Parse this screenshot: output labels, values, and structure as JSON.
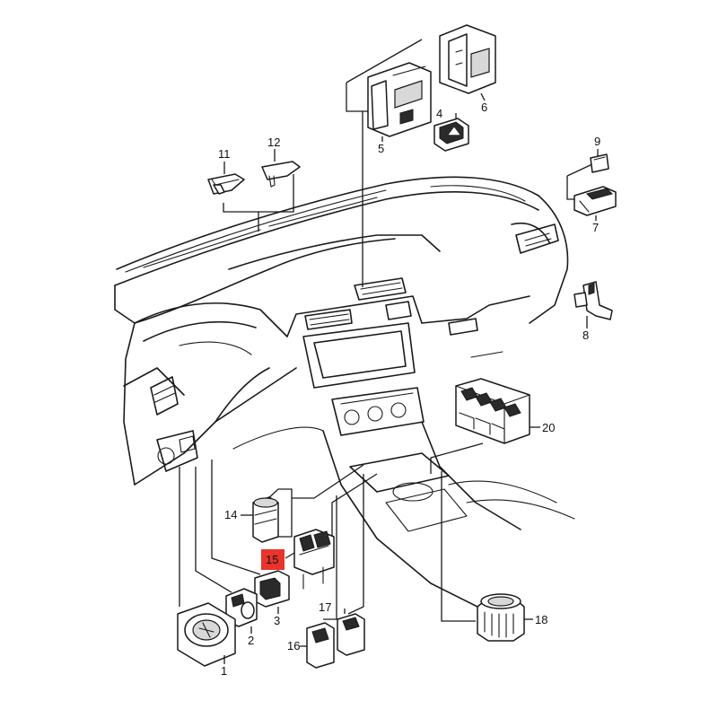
{
  "callouts": [
    {
      "id": "c1",
      "label": "1"
    },
    {
      "id": "c2",
      "label": "2"
    },
    {
      "id": "c3",
      "label": "3"
    },
    {
      "id": "c4",
      "label": "4"
    },
    {
      "id": "c5",
      "label": "5"
    },
    {
      "id": "c6",
      "label": "6"
    },
    {
      "id": "c7",
      "label": "7"
    },
    {
      "id": "c8",
      "label": "8"
    },
    {
      "id": "c9",
      "label": "9"
    },
    {
      "id": "c11",
      "label": "11"
    },
    {
      "id": "c12",
      "label": "12"
    },
    {
      "id": "c14",
      "label": "14"
    },
    {
      "id": "c15",
      "label": "15"
    },
    {
      "id": "c16",
      "label": "16"
    },
    {
      "id": "c17",
      "label": "17"
    },
    {
      "id": "c18",
      "label": "18"
    },
    {
      "id": "c20",
      "label": "20"
    }
  ],
  "highlight_color": "#e8342c",
  "line_color": "#1a1a1a",
  "background_color": "#ffffff"
}
